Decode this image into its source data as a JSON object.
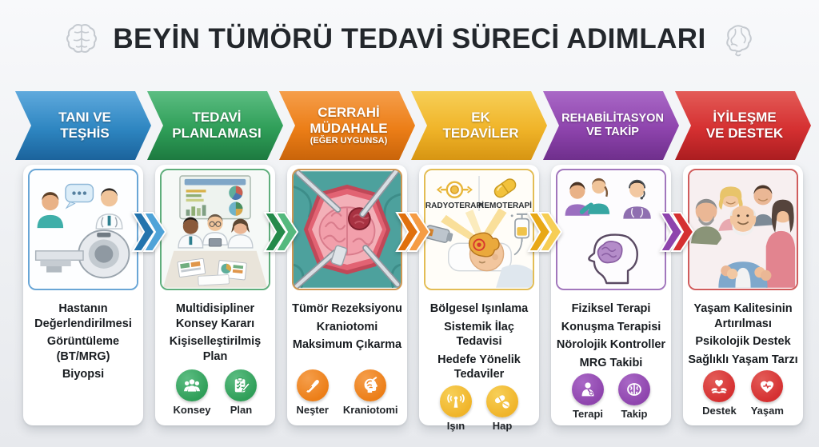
{
  "title": {
    "text": "BEYİN TÜMÖRÜ TEDAVİ SÜRECİ ADIMLARI"
  },
  "steps": [
    {
      "id": "tani-ve-teshis",
      "color": "#2e86c1",
      "header_line1": "TANI VE",
      "header_line2": "TEŞHİS",
      "items": [
        "Hastanın Değerlendirilmesi",
        "Görüntüleme (BT/MRG)",
        "Biyopsi"
      ],
      "badges": []
    },
    {
      "id": "tedavi-planlamasi",
      "color": "#2f9e58",
      "header_line1": "TEDAVİ",
      "header_line2": "PLANLAMASI",
      "items": [
        "Multidisipliner Konsey Kararı",
        "Kişiselleştirilmiş Plan"
      ],
      "badges": [
        {
          "icon": "team-icon",
          "label": "Konsey"
        },
        {
          "icon": "clipboard-icon",
          "label": "Plan"
        }
      ]
    },
    {
      "id": "cerrahi-mudahale",
      "color": "#ec7e17",
      "header_line1": "CERRAHİ",
      "header_line2": "MÜDAHALE",
      "header_line3": "(EĞER UYGUNSA)",
      "items": [
        "Tümör Rezeksiyonu",
        "Kraniotomi",
        "Maksimum Çıkarma"
      ],
      "badges": [
        {
          "icon": "scalpel-icon",
          "label": "Neşter"
        },
        {
          "icon": "craniotomy-icon",
          "label": "Kraniotomi"
        }
      ]
    },
    {
      "id": "ek-tedaviler",
      "color": "#f0b429",
      "header_line1": "EK",
      "header_line2": "TEDAVİLER",
      "illustration_labels": {
        "left": "RADYOTERAPİ",
        "right": "KEMOTERAPİ"
      },
      "items": [
        "Bölgesel Işınlama",
        "Sistemik İlaç Tedavisi",
        "Hedefe Yönelik Tedaviler"
      ],
      "badges": [
        {
          "icon": "radiation-icon",
          "label": "Işın"
        },
        {
          "icon": "pills-icon",
          "label": "Hap"
        }
      ]
    },
    {
      "id": "rehabilitasyon-ve-takip",
      "color": "#8e44ad",
      "header_line1": "REHABİLİTASYON",
      "header_line2": "VE TAKİP",
      "items": [
        "Fiziksel Terapi",
        "Konuşma Terapisi",
        "Nörolojik Kontroller",
        "MRG Takibi"
      ],
      "badges": [
        {
          "icon": "therapist-icon",
          "label": "Terapi"
        },
        {
          "icon": "brain-icon",
          "label": "Takip"
        }
      ]
    },
    {
      "id": "iyilesme-ve-destek",
      "color": "#d53031",
      "header_line1": "İYİLEŞME",
      "header_line2": "VE DESTEK",
      "items": [
        "Yaşam Kalitesinin Artırılması",
        "Psikolojik Destek",
        "Sağlıklı Yaşam Tarzı"
      ],
      "badges": [
        {
          "icon": "hands-heart-icon",
          "label": "Destek"
        },
        {
          "icon": "heart-icon",
          "label": "Yaşam"
        }
      ]
    }
  ]
}
